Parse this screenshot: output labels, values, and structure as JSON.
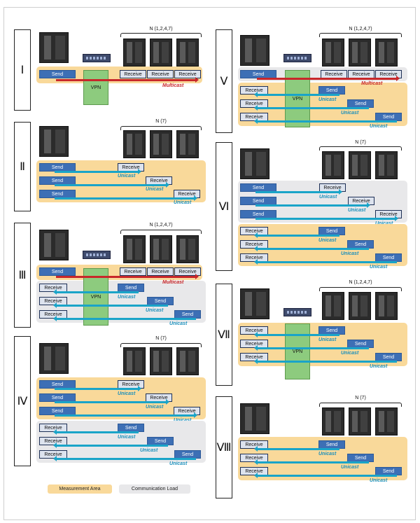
{
  "panels": {
    "I": {
      "roman": "Ⅰ",
      "n": "N (1,2,4,7)"
    },
    "II": {
      "roman": "Ⅱ",
      "n": "N (7)"
    },
    "III": {
      "roman": "Ⅲ",
      "n": "N (1,2,4,7)"
    },
    "IV": {
      "roman": "Ⅳ",
      "n": "N (7)"
    },
    "V": {
      "roman": "Ⅴ",
      "n": "N (1,2,4,7)"
    },
    "VI": {
      "roman": "Ⅵ",
      "n": "N (7)"
    },
    "VII": {
      "roman": "Ⅶ",
      "n": "N (1,2,4,7)"
    },
    "VIII": {
      "roman": "Ⅷ",
      "n": "N (7)"
    }
  },
  "labels": {
    "send": "Send",
    "receive": "Receive",
    "vpn": "VPN",
    "multicast": "Multicast",
    "unicast": "Unicast"
  },
  "legend": {
    "measurement": "Measurement Area",
    "load": "Communication Load"
  },
  "colors": {
    "measurement_area": "#f9d99a",
    "communication_load": "#e8e8ea",
    "send_box": "#3d6fb5",
    "unicast_arrow": "#1aa4c8",
    "multicast_arrow": "#c8272a",
    "vpn": "#8dcb7e"
  }
}
